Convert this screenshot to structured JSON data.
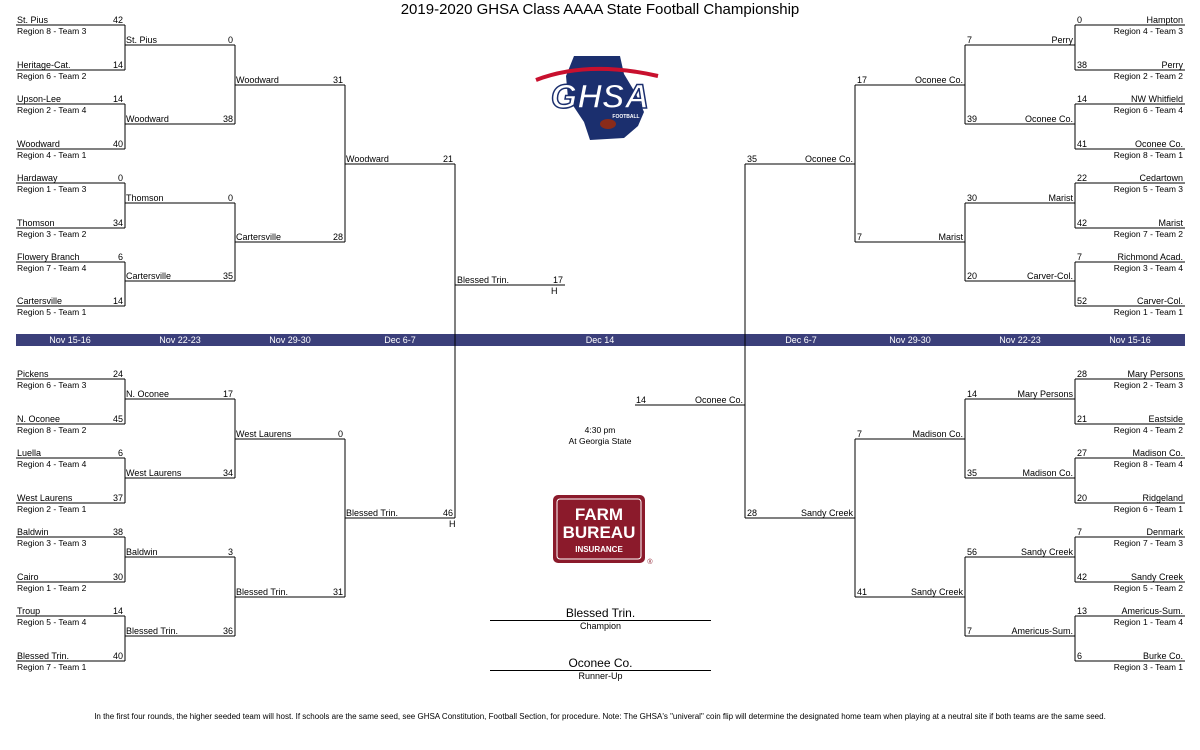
{
  "title": "2019-2020 GHSA Class AAAA State Football Championship",
  "dates": {
    "left": [
      "Nov 15-16",
      "Nov 22-23",
      "Nov 29-30",
      "Dec 6-7"
    ],
    "center": "Dec 14",
    "right": [
      "Dec 6-7",
      "Nov 29-30",
      "Nov 22-23",
      "Nov 15-16"
    ]
  },
  "left_top": {
    "r1": [
      {
        "team": "St. Pius",
        "seed": "Region 8 - Team 3",
        "score": "42"
      },
      {
        "team": "Heritage-Cat.",
        "seed": "Region 6 - Team 2",
        "score": "14"
      },
      {
        "team": "Upson-Lee",
        "seed": "Region 2 - Team 4",
        "score": "14"
      },
      {
        "team": "Woodward",
        "seed": "Region 4 - Team 1",
        "score": "40"
      },
      {
        "team": "Hardaway",
        "seed": "Region 1 - Team 3",
        "score": "0"
      },
      {
        "team": "Thomson",
        "seed": "Region 3 - Team 2",
        "score": "34"
      },
      {
        "team": "Flowery Branch",
        "seed": "Region 7 - Team 4",
        "score": "6"
      },
      {
        "team": "Cartersville",
        "seed": "Region 5 - Team 1",
        "score": "14"
      }
    ],
    "r2": [
      {
        "team": "St. Pius",
        "score": "0"
      },
      {
        "team": "Woodward",
        "score": "38"
      },
      {
        "team": "Thomson",
        "score": "0"
      },
      {
        "team": "Cartersville",
        "score": "35"
      }
    ],
    "r3": [
      {
        "team": "Woodward",
        "score": "31"
      },
      {
        "team": "Cartersville",
        "score": "28"
      }
    ],
    "r4": [
      {
        "team": "Woodward",
        "score": "21"
      }
    ]
  },
  "left_bottom": {
    "r1": [
      {
        "team": "Pickens",
        "seed": "Region 6 - Team 3",
        "score": "24"
      },
      {
        "team": "N. Oconee",
        "seed": "Region 8 - Team 2",
        "score": "45"
      },
      {
        "team": "Luella",
        "seed": "Region 4 - Team 4",
        "score": "6"
      },
      {
        "team": "West Laurens",
        "seed": "Region 2 - Team 1",
        "score": "37"
      },
      {
        "team": "Baldwin",
        "seed": "Region 3 - Team 3",
        "score": "38"
      },
      {
        "team": "Cairo",
        "seed": "Region 1 - Team 2",
        "score": "30"
      },
      {
        "team": "Troup",
        "seed": "Region 5 - Team 4",
        "score": "14"
      },
      {
        "team": "Blessed Trin.",
        "seed": "Region 7 - Team 1",
        "score": "40"
      }
    ],
    "r2": [
      {
        "team": "N. Oconee",
        "score": "17"
      },
      {
        "team": "West Laurens",
        "score": "34"
      },
      {
        "team": "Baldwin",
        "score": "3"
      },
      {
        "team": "Blessed Trin.",
        "score": "36"
      }
    ],
    "r3": [
      {
        "team": "West Laurens",
        "score": "0"
      },
      {
        "team": "Blessed Trin.",
        "score": "31"
      }
    ],
    "r4": [
      {
        "team": "Blessed Trin.",
        "score": "46",
        "home": "H"
      }
    ]
  },
  "right_top": {
    "r1": [
      {
        "team": "Hampton",
        "seed": "Region 4 - Team 3",
        "score": "0"
      },
      {
        "team": "Perry",
        "seed": "Region 2 - Team 2",
        "score": "38"
      },
      {
        "team": "NW Whitfield",
        "seed": "Region  6 - Team 4",
        "score": "14"
      },
      {
        "team": "Oconee Co.",
        "seed": "Region 8 - Team 1",
        "score": "41"
      },
      {
        "team": "Cedartown",
        "seed": "Region 5 - Team 3",
        "score": "22"
      },
      {
        "team": "Marist",
        "seed": "Region 7 - Team 2",
        "score": "42"
      },
      {
        "team": "Richmond Acad.",
        "seed": "Region 3 - Team 4",
        "score": "7"
      },
      {
        "team": "Carver-Col.",
        "seed": "Region 1 - Team 1",
        "score": "52"
      }
    ],
    "r2": [
      {
        "team": "Perry",
        "score": "7"
      },
      {
        "team": "Oconee Co.",
        "score": "39"
      },
      {
        "team": "Marist",
        "score": "30"
      },
      {
        "team": "Carver-Col.",
        "score": "20"
      }
    ],
    "r3": [
      {
        "team": "Oconee Co.",
        "score": "17"
      },
      {
        "team": "Marist",
        "score": "7"
      }
    ],
    "r4": [
      {
        "team": "Oconee Co.",
        "score": "35"
      }
    ]
  },
  "right_bottom": {
    "r1": [
      {
        "team": "Mary Persons",
        "seed": "Region 2 - Team 3",
        "score": "28"
      },
      {
        "team": "Eastside",
        "seed": "Region 4 - Team 2",
        "score": "21"
      },
      {
        "team": "Madison Co.",
        "seed": "Region 8 - Team 4",
        "score": "27"
      },
      {
        "team": "Ridgeland",
        "seed": "Region 6 - Team 1",
        "score": "20"
      },
      {
        "team": "Denmark",
        "seed": "Region 7 - Team 3",
        "score": "7"
      },
      {
        "team": "Sandy Creek",
        "seed": "Region 5 - Team 2",
        "score": "42"
      },
      {
        "team": "Americus-Sum.",
        "seed": "Region 1 - Team 4",
        "score": "13"
      },
      {
        "team": "Burke Co.",
        "seed": "Region 3 - Team 1",
        "score": "6"
      }
    ],
    "r2": [
      {
        "team": "Mary Persons",
        "score": "14"
      },
      {
        "team": "Madison Co.",
        "score": "35"
      },
      {
        "team": "Sandy Creek",
        "score": "56"
      },
      {
        "team": "Americus-Sum.",
        "score": "7"
      }
    ],
    "r3": [
      {
        "team": "Madison Co.",
        "score": "7"
      },
      {
        "team": "Sandy Creek",
        "score": "41"
      }
    ],
    "r4": [
      {
        "team": "Sandy Creek",
        "score": "28"
      }
    ]
  },
  "final": {
    "left": {
      "team": "Blessed Trin.",
      "score": "17",
      "home": "H"
    },
    "right": {
      "team": "Oconee Co.",
      "score": "14"
    },
    "time": "4:30 pm",
    "venue": "At Georgia State"
  },
  "champion": {
    "team": "Blessed Trin.",
    "label": "Champion"
  },
  "runner_up": {
    "team": "Oconee Co.",
    "label": "Runner-Up"
  },
  "logos": {
    "ghsa": {
      "text": "GHSA",
      "sub": "FOOTBALL",
      "colors": {
        "navy": "#1b2f6e",
        "red": "#c8102e"
      }
    },
    "farm_bureau": {
      "line1": "FARM",
      "line2": "BUREAU",
      "line3": "INSURANCE",
      "mark": "®",
      "color": "#8b1a2b"
    }
  },
  "footnote": "In the first four rounds, the higher seeded team will host. If schools are the same seed, see GHSA Constitution, Football Section, for procedure. Note: The GHSA's \"univeral\" coin flip will determine the designated home team when playing at a neutral site if both teams are the same seed.",
  "colors": {
    "band": "#3b3f7a",
    "band_text": "#ffffff",
    "line": "#000000"
  }
}
